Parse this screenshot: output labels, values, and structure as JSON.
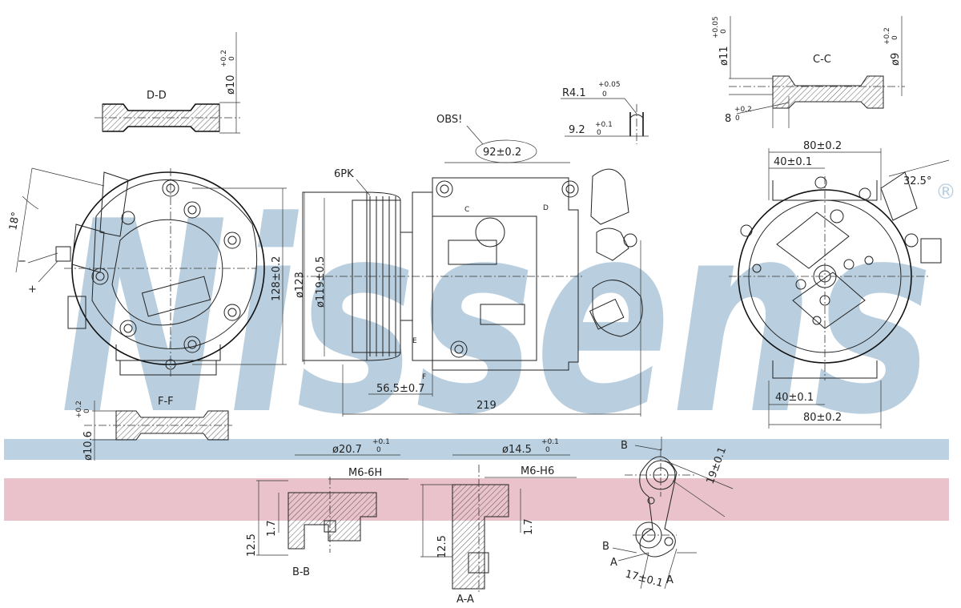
{
  "colors": {
    "watermark_blue": "#b9cfdf",
    "band_blue": "#bcd2e2",
    "band_pink": "#e9c2cb",
    "line": "#222222"
  },
  "watermark": {
    "brand": "Nissens",
    "registered": "®"
  },
  "sections": {
    "dd": "D-D",
    "cc": "C-C",
    "ff": "F-F",
    "bb": "B-B",
    "aa": "A-A"
  },
  "labels": {
    "obs": "OBS!",
    "pk": "6PK",
    "minus": "−",
    "plus": "+",
    "b_top": "B",
    "b_left": "B",
    "a_left": "A",
    "a_right": "A",
    "c_mark": "C",
    "d_mark": "D",
    "e_mark": "E",
    "f_mark": "F"
  },
  "dimensions": {
    "dd_dia": "ø10",
    "dd_tol": "+0.2",
    "dd_tol2": "0",
    "r": "R4.1",
    "r_tol": "+0.05",
    "r_tol2": "0",
    "w92": "9.2",
    "w92_tol": "+0.1",
    "w92_tol2": "0",
    "d92": "92±0.2",
    "cc_dia11": "ø11",
    "cc_dia11_tol": "+0.05",
    "cc_dia11_tol2": "0",
    "cc_dia9": "ø9",
    "cc_dia9_tol": "+0.2",
    "cc_dia9_tol2": "0",
    "cc_8": "8",
    "cc_8_tol": "+0.2",
    "cc_8_tol2": "0",
    "w80_top": "80±0.2",
    "w40_top": "40±0.1",
    "angle_right": "32.5°",
    "angle_left": "18°",
    "h128": "128±0.2",
    "d123": "ø123",
    "d119": "ø119±0.5",
    "l565": "56.5±0.7",
    "l219": "219",
    "w40_bot": "40±0.1",
    "w80_bot": "80±0.2",
    "ff_dia": "ø10.6",
    "ff_tol": "+0.2",
    "ff_tol2": "0",
    "bb_dia": "ø20.7",
    "bb_tol": "+0.1",
    "bb_tol2": "0",
    "bb_thread": "M6-6H",
    "bb_125": "12.5",
    "bb_17": "1.7",
    "aa_dia": "ø14.5",
    "aa_tol": "+0.1",
    "aa_tol2": "0",
    "aa_thread": "M6-H6",
    "aa_125": "12.5",
    "aa_17": "1.7",
    "d19": "19±0.1",
    "d17": "17±0.1"
  }
}
